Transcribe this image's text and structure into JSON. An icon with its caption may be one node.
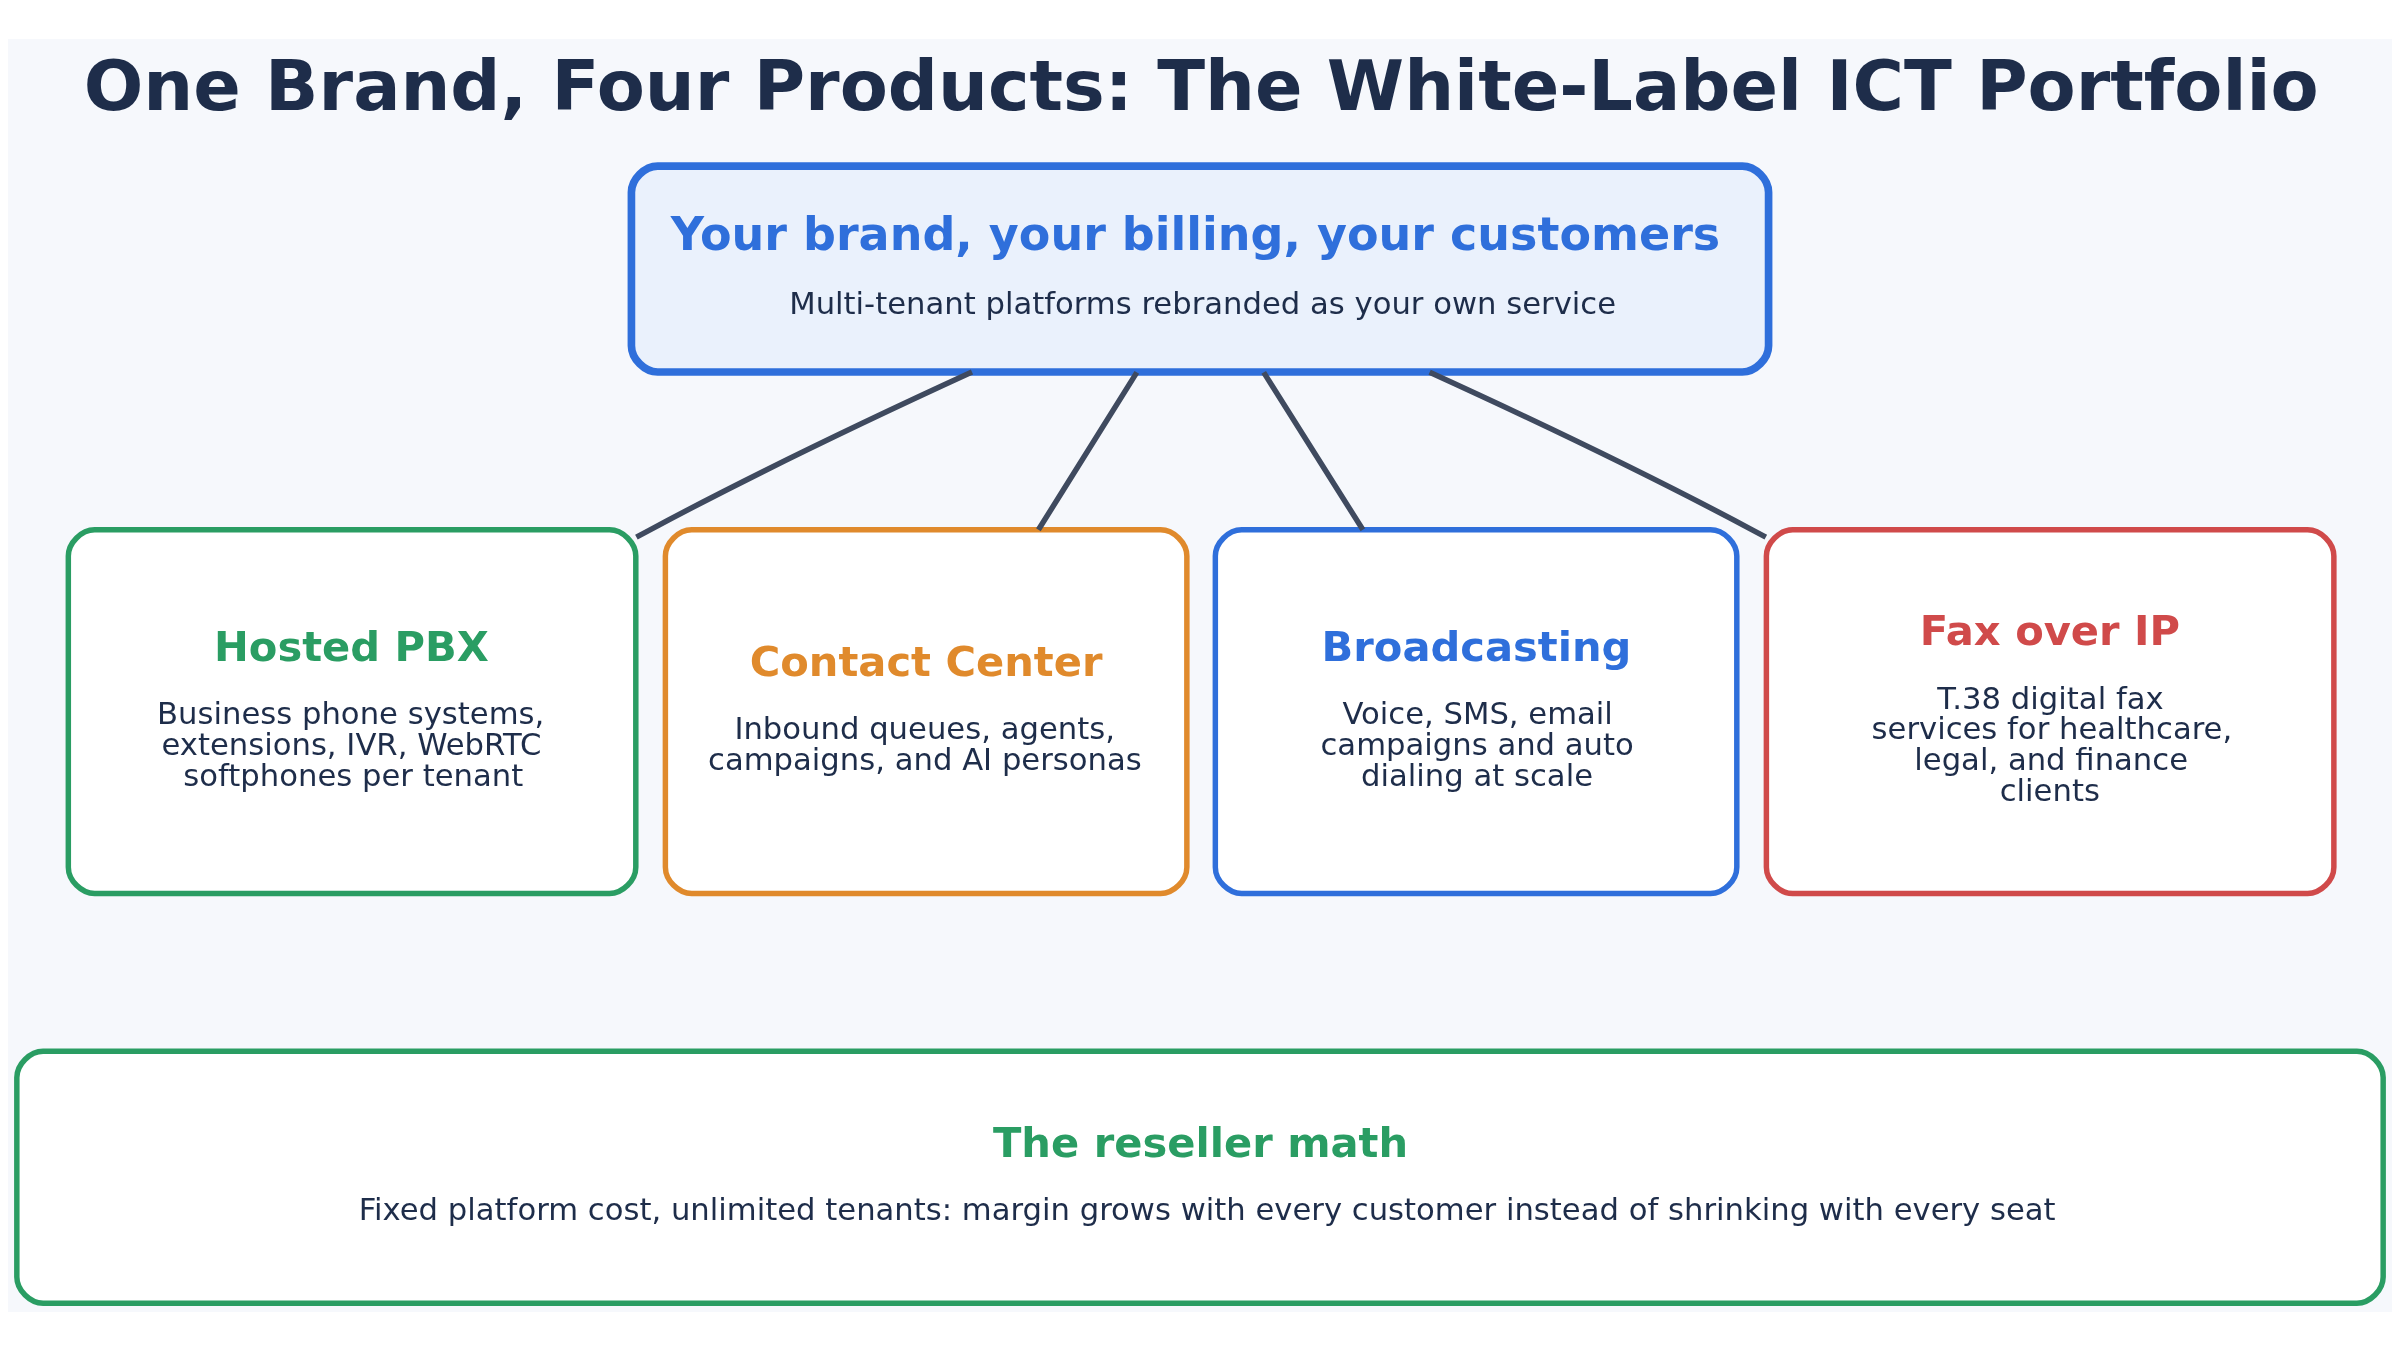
{
  "diagram": {
    "title": "One Brand, Four Products: The White-Label ICT Portfolio",
    "nodes": [
      {
        "text": [
          "Your brand, your billing, your customers",
          "Multi-tenant platforms rebranded as your own service"
        ]
      },
      {
        "text": [
          "Hosted PBX",
          "Business phone systems, extensions, IVR, WebRTC softphones per tenant"
        ]
      },
      {
        "text": [
          "Contact Center",
          "Inbound queues, agents, campaigns, and AI personas"
        ]
      },
      {
        "text": [
          "Broadcasting",
          "Voice, SMS, email campaigns and auto dialing at scale"
        ]
      },
      {
        "text": [
          "Fax over IP",
          "T.38 digital fax services for healthcare, legal, and finance clients"
        ]
      },
      {
        "text": [
          "The reseller math",
          "Fixed platform cost, unlimited tenants: margin grows with every customer instead of shrinking with every seat"
        ]
      }
    ],
    "edges": [
      {
        "from": 0,
        "to": 1,
        "arrow": "none"
      },
      {
        "from": 0,
        "to": 2,
        "arrow": "none"
      },
      {
        "from": 0,
        "to": 3,
        "arrow": "none"
      },
      {
        "from": 0,
        "to": 4,
        "arrow": "none"
      }
    ]
  }
}
